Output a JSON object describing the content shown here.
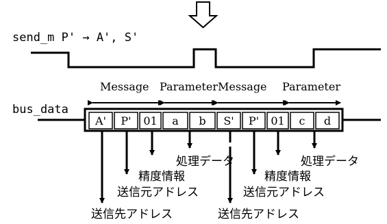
{
  "title": "send_m P' → A', S'",
  "bus_label": "bus_data",
  "labels": {
    "message_1": "Message",
    "parameter_1": "Parameter",
    "message_2": "Message",
    "parameter_2": "Parameter"
  },
  "cells": [
    "A'",
    "P'",
    "01",
    "a",
    "b",
    "S'",
    "P'",
    "01",
    "c",
    "d"
  ],
  "annotations": {
    "processing_data_1": "処理データ",
    "processing_data_2": "処理データ",
    "precision_info_1": "精度情報",
    "precision_info_2": "精度情報",
    "source_address_1": "送信元アドレス",
    "source_address_2": "送信元アドレス",
    "destination_address_1": "送信先アドレス",
    "destination_address_2": "送信先アドレス"
  }
}
